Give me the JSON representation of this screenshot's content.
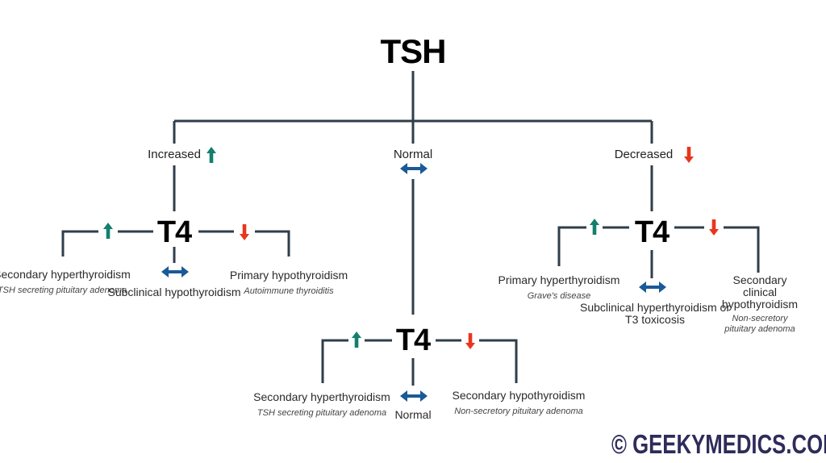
{
  "title": "TSH",
  "colors": {
    "line": "#2f3e4a",
    "increase": "#12806c",
    "decrease": "#e8361c",
    "normal": "#1a5a97",
    "logo": "#2e2c5a"
  },
  "level1": {
    "increased": "Increased",
    "normal": "Normal",
    "decreased": "Decreased"
  },
  "t4_label": "T4",
  "left": {
    "high": {
      "title": "Secondary hyperthyroidism",
      "note": "TSH secreting pituitary adenoma"
    },
    "normal": {
      "title": "Subclinical hypothyroidism"
    },
    "low": {
      "title": "Primary hypothyroidism",
      "note": "Autoimmune thyroiditis"
    }
  },
  "middle": {
    "high": {
      "title": "Secondary hyperthyroidism",
      "note": "TSH secreting pituitary adenoma"
    },
    "normal": {
      "title": "Normal"
    },
    "low": {
      "title": "Secondary hypothyroidism",
      "note": "Non-secretory pituitary adenoma"
    }
  },
  "right": {
    "high": {
      "title": "Primary hyperthyroidism",
      "note": "Grave's disease"
    },
    "normal": {
      "title": "Subclinical hyperthyroidism or T3 toxicosis"
    },
    "low": {
      "title": "Secondary clinical hypothyroidism",
      "note": "Non-secretory pituitary adenoma"
    }
  },
  "logo": "© GEEKYMEDICS.COM"
}
